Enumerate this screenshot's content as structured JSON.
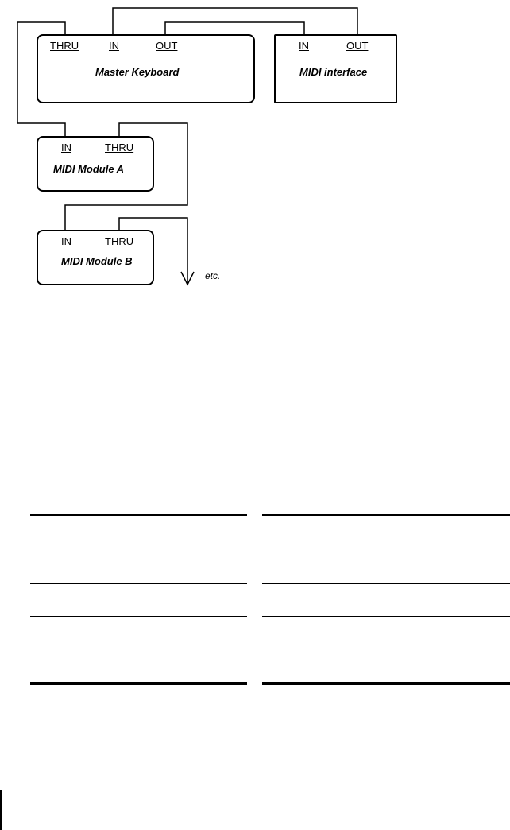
{
  "diagram": {
    "master_keyboard": {
      "title": "Master Keyboard",
      "ports": {
        "thru": "THRU",
        "in": "IN",
        "out": "OUT"
      }
    },
    "midi_interface": {
      "title": "MIDI interface",
      "ports": {
        "in": "IN",
        "out": "OUT"
      }
    },
    "module_a": {
      "title": "MIDI Module A",
      "ports": {
        "in": "IN",
        "thru": "THRU"
      }
    },
    "module_b": {
      "title": "MIDI Module B",
      "ports": {
        "in": "IN",
        "thru": "THRU"
      }
    },
    "continuation_label": "etc."
  },
  "table": {
    "columns": 2,
    "rows": 4,
    "cells": []
  }
}
